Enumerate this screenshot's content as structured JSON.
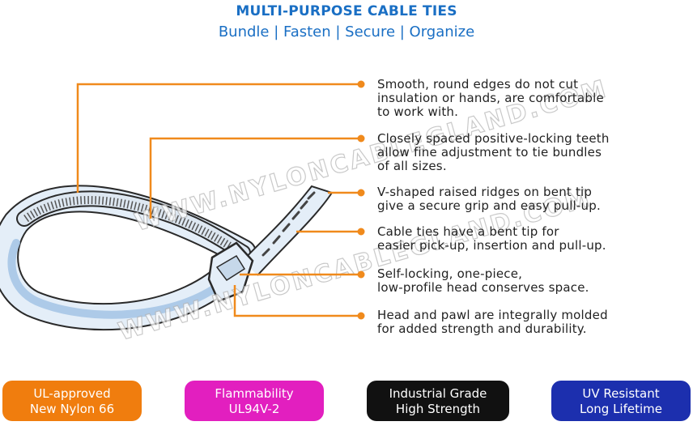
{
  "header": {
    "title": "MULTI-PURPOSE CABLE TIES",
    "subtitle": "Bundle | Fasten | Secure | Organize"
  },
  "watermark": "WWW.NYLONCABLEGLAND.COM",
  "callouts": [
    {
      "lines": [
        "Smooth, round edges do not cut",
        "insulation or hands, are comfortable",
        "to work with."
      ]
    },
    {
      "lines": [
        "Closely spaced positive-locking teeth",
        "allow fine adjustment to tie bundles",
        "of all sizes."
      ]
    },
    {
      "lines": [
        "V-shaped raised ridges on bent tip",
        "give a secure grip and easy pull-up."
      ]
    },
    {
      "lines": [
        "Cable ties have a bent tip for",
        "easier pick-up, insertion and pull-up."
      ]
    },
    {
      "lines": [
        "Self-locking, one-piece,",
        "low-profile head conserves space."
      ]
    },
    {
      "lines": [
        "Head and pawl are integrally molded",
        "for added strength and durability."
      ]
    }
  ],
  "badges": [
    {
      "line1": "UL-approved",
      "line2": "New Nylon 66",
      "color": "#f07d0e"
    },
    {
      "line1": "Flammability",
      "line2": "UL94V-2",
      "color": "#e21fbf"
    },
    {
      "line1": "Industrial Grade",
      "line2": "High Strength",
      "color": "#111111"
    },
    {
      "line1": "UV Resistant",
      "line2": "Long Lifetime",
      "color": "#1c2fae"
    }
  ],
  "colors": {
    "accent": "#f08a1c",
    "title": "#1a6fc4",
    "tie_fill": "#e4eef8",
    "tie_outline": "#2a2a2a"
  }
}
